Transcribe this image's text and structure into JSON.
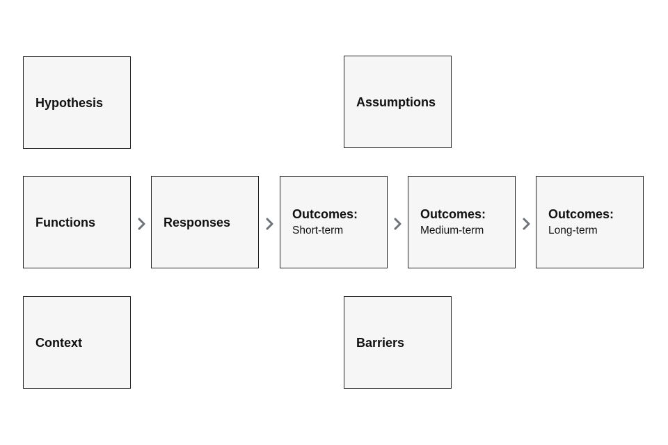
{
  "boxes": {
    "hypothesis": {
      "title": "Hypothesis"
    },
    "assumptions": {
      "title": "Assumptions"
    },
    "functions": {
      "title": "Functions"
    },
    "responses": {
      "title": "Responses"
    },
    "outcomes_short": {
      "title": "Outcomes:",
      "subtitle": "Short-term"
    },
    "outcomes_medium": {
      "title": "Outcomes:",
      "subtitle": "Medium-term"
    },
    "outcomes_long": {
      "title": "Outcomes:",
      "subtitle": "Long-term"
    },
    "context": {
      "title": "Context"
    },
    "barriers": {
      "title": "Barriers"
    }
  },
  "colors": {
    "box_fill": "#f6f6f6",
    "box_border": "#222222",
    "arrow": "#6d7278"
  },
  "icons": {
    "flow_arrow": "chevron-right-icon"
  }
}
